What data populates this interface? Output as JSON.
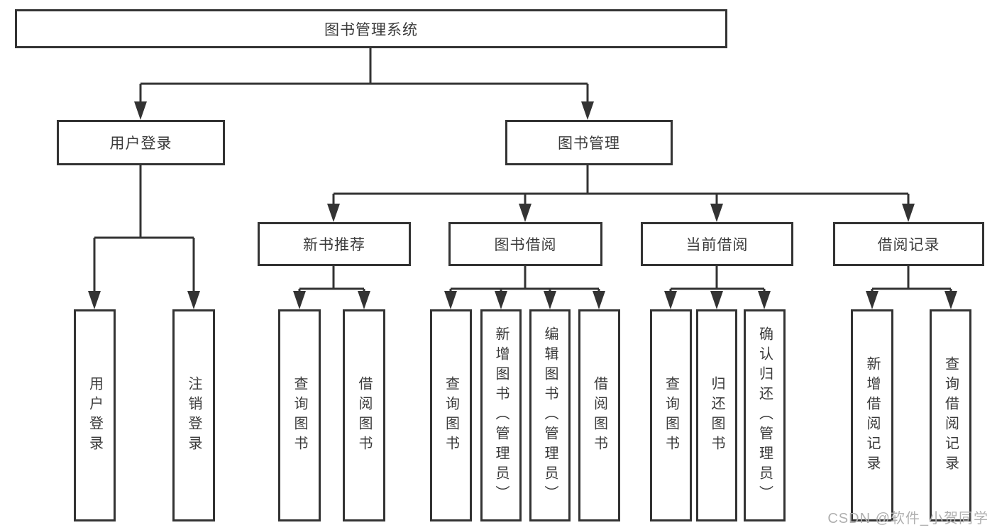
{
  "diagram_title": "图书管理系统",
  "colors": {
    "line": "#333333",
    "text": "#3a3a3a",
    "watermark": "#b0b0b0",
    "background": "#ffffff"
  },
  "tree": {
    "label": "图书管理系统",
    "children": [
      {
        "label": "用户登录",
        "children": [
          {
            "label": "用户登录"
          },
          {
            "label": "注销登录"
          }
        ]
      },
      {
        "label": "图书管理",
        "children": [
          {
            "label": "新书推荐",
            "children": [
              {
                "label": "查询图书"
              },
              {
                "label": "借阅图书"
              }
            ]
          },
          {
            "label": "图书借阅",
            "children": [
              {
                "label": "查询图书"
              },
              {
                "label": "新增图书（管理员）"
              },
              {
                "label": "编辑图书（管理员）"
              },
              {
                "label": "借阅图书"
              }
            ]
          },
          {
            "label": "当前借阅",
            "children": [
              {
                "label": "查询图书"
              },
              {
                "label": "归还图书"
              },
              {
                "label": "确认归还（管理员）"
              }
            ]
          },
          {
            "label": "借阅记录",
            "children": [
              {
                "label": "新增借阅记录"
              },
              {
                "label": "查询借阅记录"
              }
            ]
          }
        ]
      }
    ]
  },
  "watermark": "CSDN @软件_小贺同学"
}
